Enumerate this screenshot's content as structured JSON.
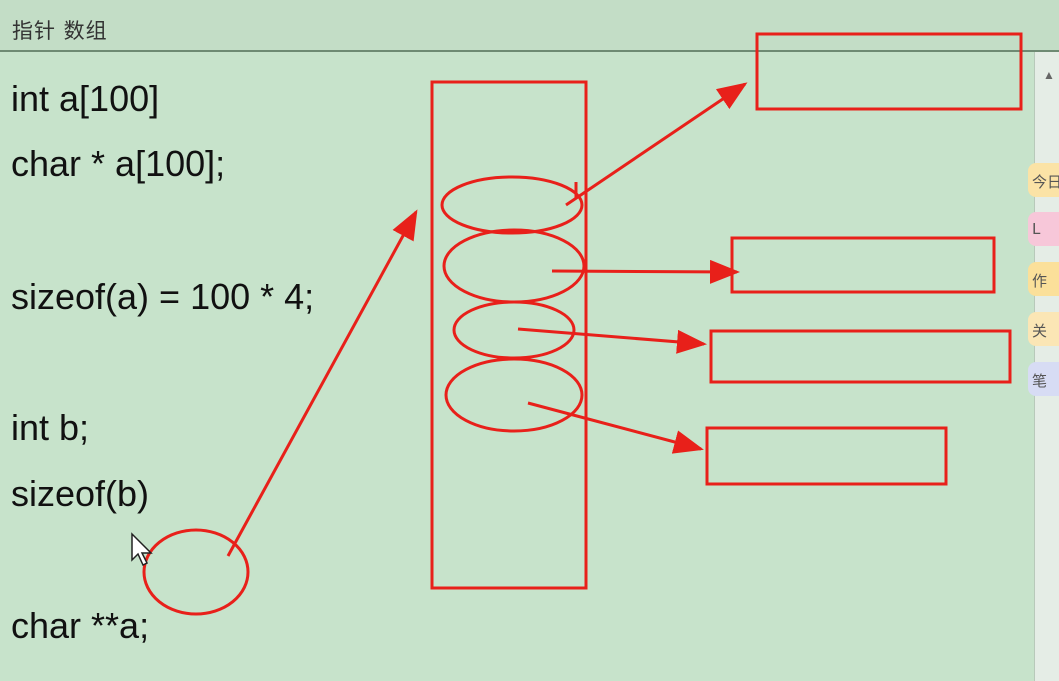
{
  "window": {
    "title": "指针 数组"
  },
  "code": {
    "lines": [
      "int a[100]",
      "char * a[100];",
      "sizeof(a) = 100 * 4;",
      "int b;",
      "sizeof(b)",
      "char **a;"
    ]
  },
  "side_tabs": [
    "今日",
    "L",
    "作",
    "关",
    "笔"
  ],
  "colors": {
    "background": "#c7e3cb",
    "annotation": "#e8201a",
    "code_text": "#111111"
  },
  "icons": {
    "cursor": "mouse-pointer-icon",
    "scroll_up": "chevron-up-icon"
  }
}
